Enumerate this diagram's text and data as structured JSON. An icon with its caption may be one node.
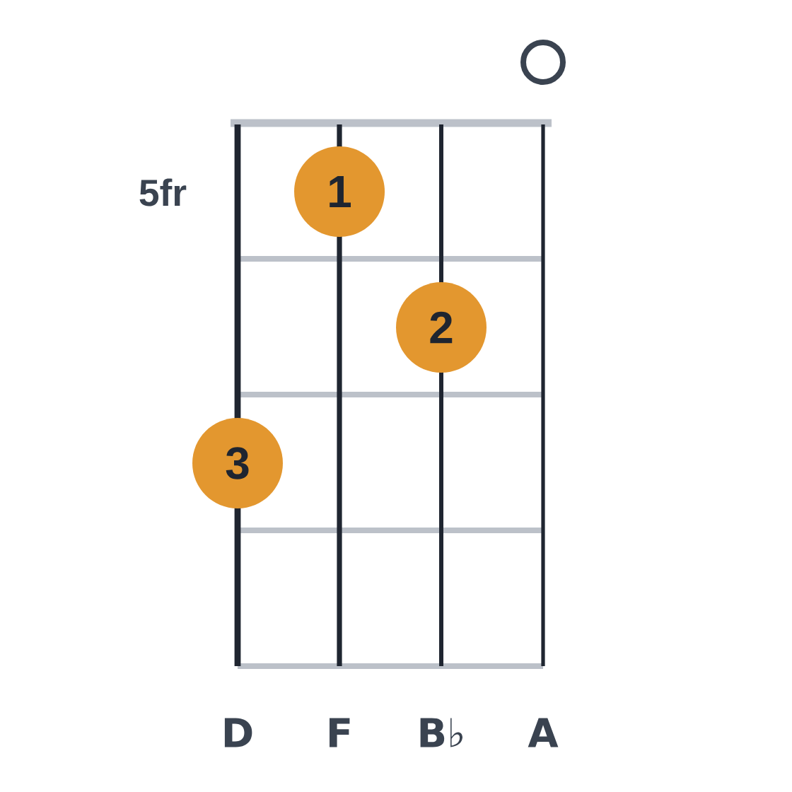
{
  "diagram": {
    "nodes": [
      {
        "text": [],
        "shape": "circle"
      },
      {
        "text": [
          "1"
        ]
      },
      {
        "text": [
          "2"
        ]
      },
      {
        "text": [
          "3"
        ]
      }
    ],
    "labels": [
      "5fr",
      "D",
      "F",
      "B♭",
      "A"
    ]
  }
}
